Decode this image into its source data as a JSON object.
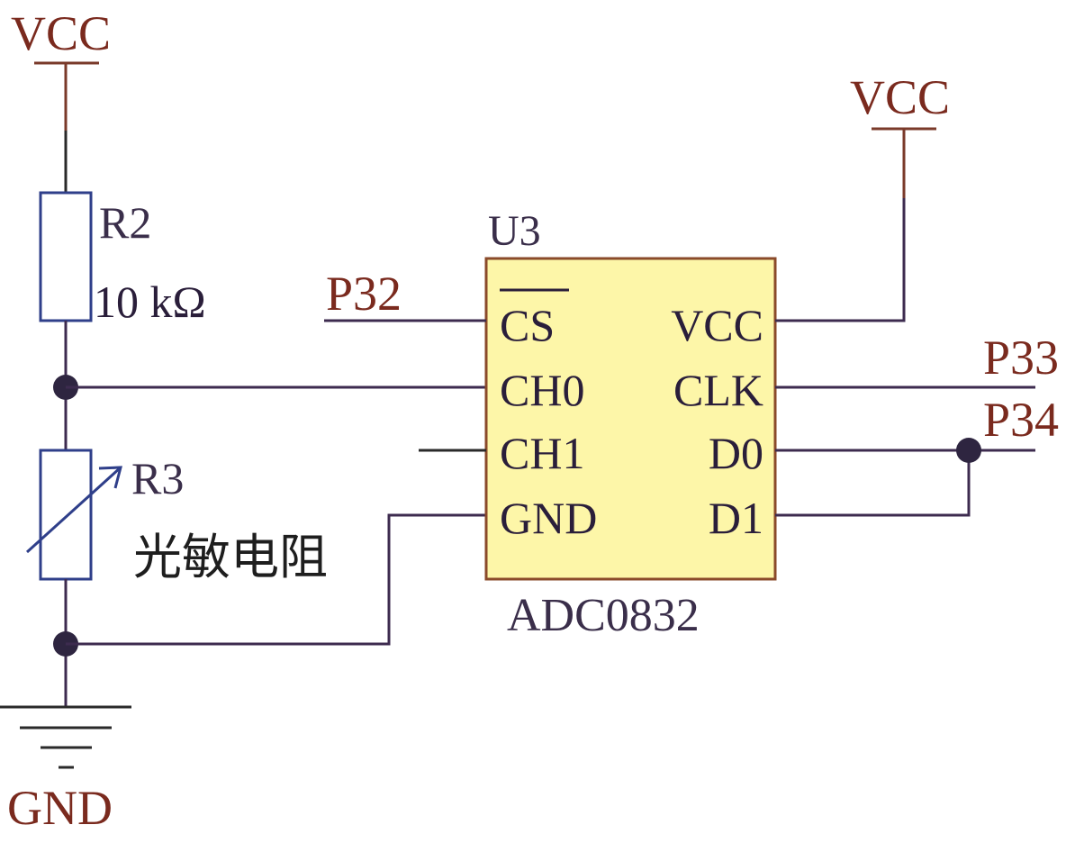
{
  "colors": {
    "wire": "#3d2b4f",
    "power_wire": "#7a3a2a",
    "net_label": "#7a2a1e",
    "component_outline": "#2f3f8a",
    "chip_fill": "#fdf6a8",
    "chip_border": "#8a4a2a",
    "pin_text": "#2a1e3a",
    "junction": "#2e2540"
  },
  "power": {
    "vcc_left": "VCC",
    "vcc_right": "VCC",
    "gnd": "GND"
  },
  "resistor_r2": {
    "ref": "R2",
    "value": "10 kΩ"
  },
  "resistor_r3": {
    "ref": "R3",
    "value": "光敏电阻"
  },
  "chip": {
    "ref": "U3",
    "part": "ADC0832",
    "left_pins": [
      "CS",
      "CH0",
      "CH1",
      "GND"
    ],
    "right_pins": [
      "VCC",
      "CLK",
      "D0",
      "D1"
    ]
  },
  "nets": {
    "p32": "P32",
    "p33": "P33",
    "p34": "P34"
  }
}
